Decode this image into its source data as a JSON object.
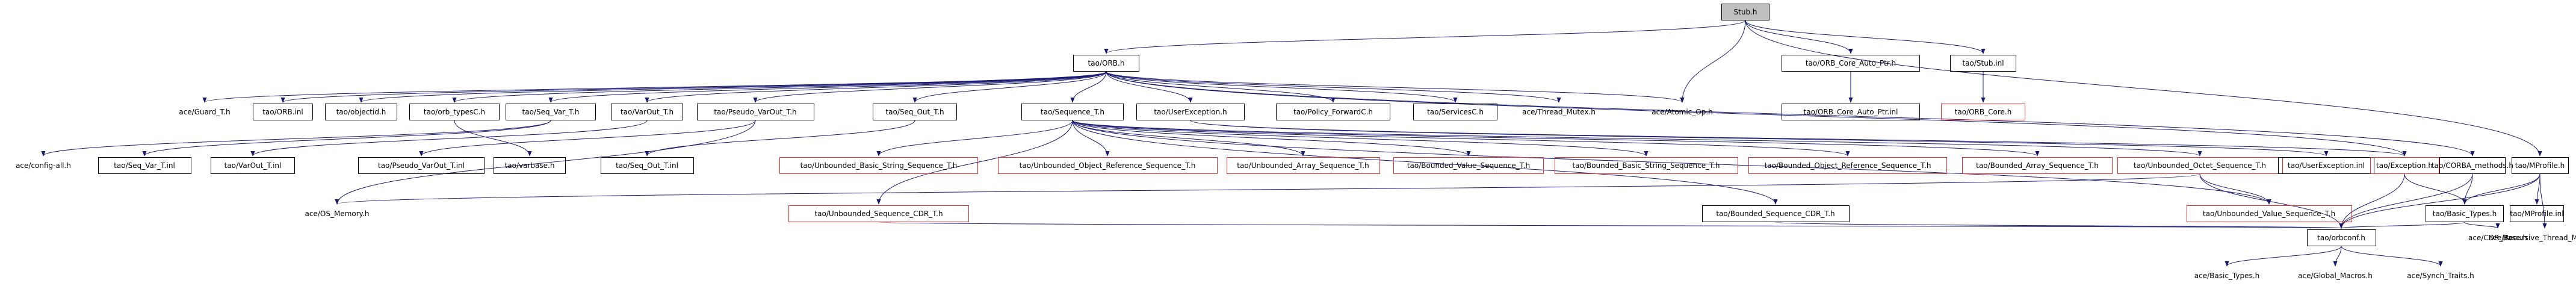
{
  "graph": {
    "colors": {
      "edge": "#191970",
      "node_border": "#000000",
      "missing_border": "#e03030",
      "root_fill": "#bfbfbf"
    },
    "nodes": [
      {
        "id": "stub_h",
        "label": "Stub.h",
        "style": "root"
      },
      {
        "id": "orb_h",
        "label": "tao/ORB.h",
        "style": "black"
      },
      {
        "id": "orb_core_auto_ptr_h",
        "label": "tao/ORB_Core_Auto_Ptr.h",
        "style": "black"
      },
      {
        "id": "stub_inl",
        "label": "tao/Stub.inl",
        "style": "black"
      },
      {
        "id": "ace_guard",
        "label": "ace/Guard_T.h",
        "style": "gray"
      },
      {
        "id": "orb_inl",
        "label": "tao/ORB.inl",
        "style": "black"
      },
      {
        "id": "objectid",
        "label": "tao/objectid.h",
        "style": "black"
      },
      {
        "id": "orb_typesc",
        "label": "tao/orb_typesC.h",
        "style": "black"
      },
      {
        "id": "seq_var",
        "label": "tao/Seq_Var_T.h",
        "style": "black"
      },
      {
        "id": "varout",
        "label": "tao/VarOut_T.h",
        "style": "black"
      },
      {
        "id": "pseudo_varout",
        "label": "tao/Pseudo_VarOut_T.h",
        "style": "black"
      },
      {
        "id": "seq_out",
        "label": "tao/Seq_Out_T.h",
        "style": "black"
      },
      {
        "id": "sequence_t",
        "label": "tao/Sequence_T.h",
        "style": "black"
      },
      {
        "id": "userexception",
        "label": "tao/UserException.h",
        "style": "black"
      },
      {
        "id": "policy_forward",
        "label": "tao/Policy_ForwardC.h",
        "style": "black"
      },
      {
        "id": "servicesc",
        "label": "tao/ServicesC.h",
        "style": "black"
      },
      {
        "id": "thread_mutex",
        "label": "ace/Thread_Mutex.h",
        "style": "gray"
      },
      {
        "id": "atomic_op",
        "label": "ace/Atomic_Op.h",
        "style": "gray"
      },
      {
        "id": "orb_core_auto_ptr_inl",
        "label": "tao/ORB_Core_Auto_Ptr.inl",
        "style": "black"
      },
      {
        "id": "orb_core_h",
        "label": "tao/ORB_Core.h",
        "style": "red"
      },
      {
        "id": "config_all",
        "label": "ace/config-all.h",
        "style": "gray"
      },
      {
        "id": "seq_var_inl",
        "label": "tao/Seq_Var_T.inl",
        "style": "black"
      },
      {
        "id": "varout_inl",
        "label": "tao/VarOut_T.inl",
        "style": "black"
      },
      {
        "id": "pseudo_varout_inl",
        "label": "tao/Pseudo_VarOut_T.inl",
        "style": "black"
      },
      {
        "id": "varbase",
        "label": "tao/varbase.h",
        "style": "black"
      },
      {
        "id": "seq_out_inl",
        "label": "tao/Seq_Out_T.inl",
        "style": "black"
      },
      {
        "id": "ubasic_string",
        "label": "tao/Unbounded_Basic_String_Sequence_T.h",
        "style": "red"
      },
      {
        "id": "uobject_ref",
        "label": "tao/Unbounded_Object_Reference_Sequence_T.h",
        "style": "red"
      },
      {
        "id": "uarray",
        "label": "tao/Unbounded_Array_Sequence_T.h",
        "style": "red"
      },
      {
        "id": "bvalue",
        "label": "tao/Bounded_Value_Sequence_T.h",
        "style": "red"
      },
      {
        "id": "bbasic_string",
        "label": "tao/Bounded_Basic_String_Sequence_T.h",
        "style": "red"
      },
      {
        "id": "bobject_ref",
        "label": "tao/Bounded_Object_Reference_Sequence_T.h",
        "style": "red"
      },
      {
        "id": "barray",
        "label": "tao/Bounded_Array_Sequence_T.h",
        "style": "red"
      },
      {
        "id": "uoctet",
        "label": "tao/Unbounded_Octet_Sequence_T.h",
        "style": "red"
      },
      {
        "id": "userexception_inl",
        "label": "tao/UserException.inl",
        "style": "black"
      },
      {
        "id": "exception_h",
        "label": "tao/Exception.h",
        "style": "red"
      },
      {
        "id": "corba_methods",
        "label": "tao/CORBA_methods.h",
        "style": "black"
      },
      {
        "id": "mprofile_h",
        "label": "tao/MProfile.h",
        "style": "black"
      },
      {
        "id": "os_memory",
        "label": "ace/OS_Memory.h",
        "style": "gray"
      },
      {
        "id": "usequence_cdr",
        "label": "tao/Unbounded_Sequence_CDR_T.h",
        "style": "red"
      },
      {
        "id": "bsequence_cdr",
        "label": "tao/Bounded_Sequence_CDR_T.h",
        "style": "black"
      },
      {
        "id": "uvalue",
        "label": "tao/Unbounded_Value_Sequence_T.h",
        "style": "red"
      },
      {
        "id": "basic_types_tao",
        "label": "tao/Basic_Types.h",
        "style": "black"
      },
      {
        "id": "mprofile_inl",
        "label": "tao/MProfile.inl",
        "style": "black"
      },
      {
        "id": "recursive_mutex",
        "label": "ace/Recursive_Thread_Mutex.h",
        "style": "gray"
      },
      {
        "id": "cdr_base",
        "label": "ace/CDR_Base.h",
        "style": "gray"
      },
      {
        "id": "orbconf",
        "label": "tao/orbconf.h",
        "style": "black"
      },
      {
        "id": "ace_basic_types",
        "label": "ace/Basic_Types.h",
        "style": "gray"
      },
      {
        "id": "global_macros",
        "label": "ace/Global_Macros.h",
        "style": "gray"
      },
      {
        "id": "synch_traits",
        "label": "ace/Synch_Traits.h",
        "style": "gray"
      }
    ],
    "edges": [
      [
        "stub_h",
        "orb_h"
      ],
      [
        "stub_h",
        "orb_core_auto_ptr_h"
      ],
      [
        "stub_h",
        "stub_inl"
      ],
      [
        "stub_h",
        "atomic_op"
      ],
      [
        "stub_h",
        "mprofile_h"
      ],
      [
        "orb_h",
        "ace_guard"
      ],
      [
        "orb_h",
        "orb_inl"
      ],
      [
        "orb_h",
        "objectid"
      ],
      [
        "orb_h",
        "orb_typesc"
      ],
      [
        "orb_h",
        "seq_var"
      ],
      [
        "orb_h",
        "varout"
      ],
      [
        "orb_h",
        "pseudo_varout"
      ],
      [
        "orb_h",
        "seq_out"
      ],
      [
        "orb_h",
        "sequence_t"
      ],
      [
        "orb_h",
        "userexception"
      ],
      [
        "orb_h",
        "policy_forward"
      ],
      [
        "orb_h",
        "servicesc"
      ],
      [
        "orb_h",
        "thread_mutex"
      ],
      [
        "orb_h",
        "atomic_op"
      ],
      [
        "orb_h",
        "exception_h"
      ],
      [
        "orb_h",
        "corba_methods"
      ],
      [
        "orb_core_auto_ptr_h",
        "orb_core_auto_ptr_inl"
      ],
      [
        "stub_inl",
        "orb_core_h"
      ],
      [
        "seq_var",
        "seq_var_inl"
      ],
      [
        "seq_var",
        "config_all"
      ],
      [
        "varout",
        "varout_inl"
      ],
      [
        "pseudo_varout",
        "pseudo_varout_inl"
      ],
      [
        "pseudo_varout",
        "os_memory"
      ],
      [
        "seq_out",
        "seq_out_inl"
      ],
      [
        "orb_typesc",
        "varbase"
      ],
      [
        "sequence_t",
        "ubasic_string"
      ],
      [
        "sequence_t",
        "uobject_ref"
      ],
      [
        "sequence_t",
        "uarray"
      ],
      [
        "sequence_t",
        "bvalue"
      ],
      [
        "sequence_t",
        "bbasic_string"
      ],
      [
        "sequence_t",
        "bobject_ref"
      ],
      [
        "sequence_t",
        "barray"
      ],
      [
        "sequence_t",
        "uoctet"
      ],
      [
        "sequence_t",
        "usequence_cdr"
      ],
      [
        "sequence_t",
        "bsequence_cdr"
      ],
      [
        "sequence_t",
        "uvalue"
      ],
      [
        "userexception",
        "userexception_inl"
      ],
      [
        "userexception",
        "exception_h"
      ],
      [
        "uoctet",
        "os_memory"
      ],
      [
        "uoctet",
        "uvalue"
      ],
      [
        "uoctet",
        "orbconf"
      ],
      [
        "exception_h",
        "orbconf"
      ],
      [
        "exception_h",
        "basic_types_tao"
      ],
      [
        "corba_methods",
        "basic_types_tao"
      ],
      [
        "corba_methods",
        "orbconf"
      ],
      [
        "mprofile_h",
        "mprofile_inl"
      ],
      [
        "mprofile_h",
        "recursive_mutex"
      ],
      [
        "mprofile_h",
        "basic_types_tao"
      ],
      [
        "mprofile_h",
        "orbconf"
      ],
      [
        "basic_types_tao",
        "cdr_base"
      ],
      [
        "basic_types_tao",
        "orbconf"
      ],
      [
        "usequence_cdr",
        "orbconf"
      ],
      [
        "bsequence_cdr",
        "orbconf"
      ],
      [
        "orbconf",
        "ace_basic_types"
      ],
      [
        "orbconf",
        "global_macros"
      ],
      [
        "orbconf",
        "synch_traits"
      ]
    ]
  }
}
